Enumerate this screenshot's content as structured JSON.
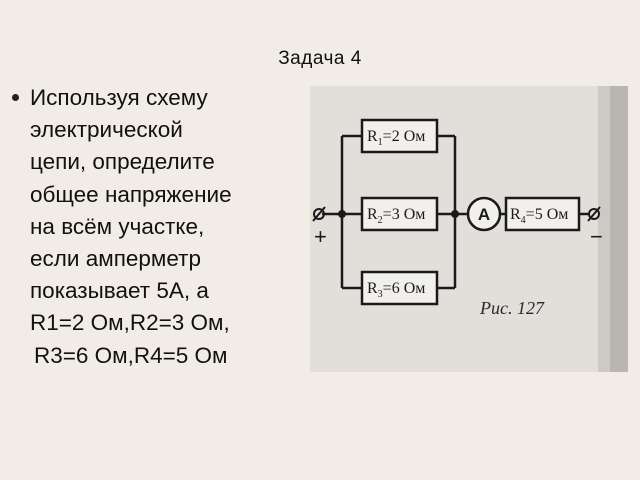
{
  "slide": {
    "title": "Задача 4",
    "body_lines": [
      "Используя схему",
      "электрической",
      "цепи, определите",
      "общее напряжение",
      "на всём участке,",
      "если амперметр",
      "показывает 5А, а",
      "R1=2 Ом,R2=3 Ом,"
    ],
    "last_line": "R3=6 Ом,R4=5 Ом"
  },
  "figure": {
    "resistors": [
      {
        "main": "R",
        "sub": "1",
        "value": "=2 Ом"
      },
      {
        "main": "R",
        "sub": "2",
        "value": "=3 Ом"
      },
      {
        "main": "R",
        "sub": "3",
        "value": "=6 Ом"
      },
      {
        "main": "R",
        "sub": "4",
        "value": "=5 Ом"
      }
    ],
    "ammeter_label": "A",
    "plus": "+",
    "minus": "−",
    "caption": "Рис. 127"
  },
  "colors": {
    "background": "#f1ede6",
    "figure_background": "#e2dfdb",
    "ink": "#1a1a1a"
  }
}
